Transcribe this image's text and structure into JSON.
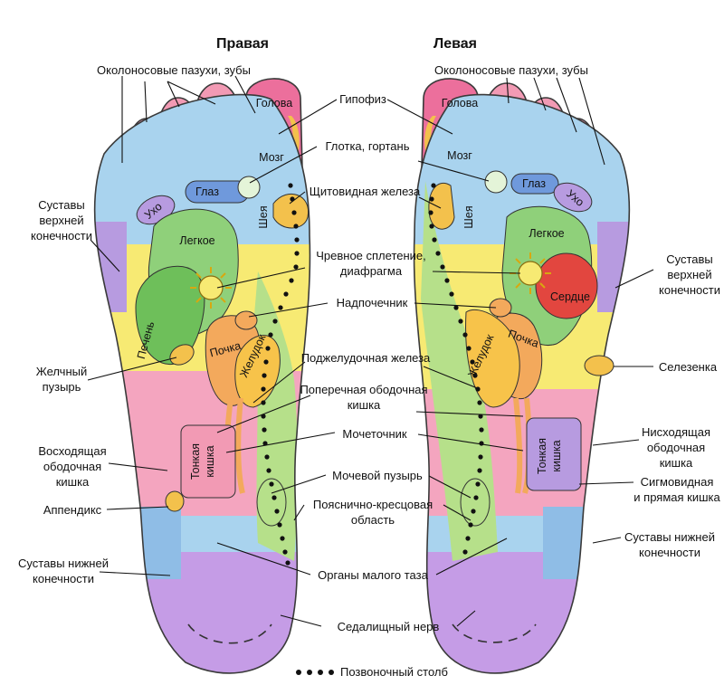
{
  "headers": {
    "right_foot": "Правая",
    "left_foot": "Левая"
  },
  "labels": {
    "sinuses_teeth": "Околоносовые пазухи, зубы",
    "pituitary": "Гипофиз",
    "throat": "Глотка, гортань",
    "thyroid": "Щитовидная железа",
    "celiac": "Чревное сплетение,",
    "diaphragm": "диафрагма",
    "adrenal": "Надпочечник",
    "pancreas": "Поджелудочная железа",
    "transverse_1": "Поперечная ободочная",
    "transverse_2": "кишка",
    "ureter": "Мочеточник",
    "bladder": "Мочевой пузырь",
    "lumbosacral_1": "Пояснично-кресцовая",
    "lumbosacral_2": "область",
    "pelvis": "Органы малого таза",
    "sciatic": "Седалищный нерв",
    "spine": "Позвоночный столб",
    "upper_limb_r_1": "Суставы",
    "upper_limb_r_2": "верхней",
    "upper_limb_r_3": "конечности",
    "gallbladder_1": "Желчный",
    "gallbladder_2": "пузырь",
    "ascending_1": "Восходящая",
    "ascending_2": "ободочная",
    "ascending_3": "кишка",
    "appendix": "Аппендикс",
    "lower_limb_r_1": "Суставы нижней",
    "lower_limb_r_2": "конечности",
    "upper_limb_l_1": "Суставы",
    "upper_limb_l_2": "верхней",
    "upper_limb_l_3": "конечности",
    "spleen": "Селезенка",
    "descending_1": "Нисходящая",
    "descending_2": "ободочная",
    "descending_3": "кишка",
    "sigmoid_1": "Сигмовидная",
    "sigmoid_2": "и прямая кишка",
    "lower_limb_l_1": "Суставы нижней",
    "lower_limb_l_2": "конечности"
  },
  "zones": {
    "head": "Голова",
    "brain": "Мозг",
    "eye": "Глаз",
    "ear": "Ухо",
    "neck": "Шея",
    "lung": "Легкое",
    "liver": "Печень",
    "kidney": "Почка",
    "stomach": "Желудок",
    "small_intestine_1": "Тонкая",
    "small_intestine_2": "кишка",
    "heart": "Сердце"
  },
  "colors": {
    "pink": "#f29ab4",
    "magenta": "#ec6f9c",
    "blue": "#a9d3ee",
    "green": "#8fd07a",
    "yellow": "#f7ea73",
    "orange": "#f3a95c",
    "purple": "#b79be0",
    "violet": "#c59ce6",
    "red": "#e2463f",
    "spine_dots": "#111111"
  }
}
